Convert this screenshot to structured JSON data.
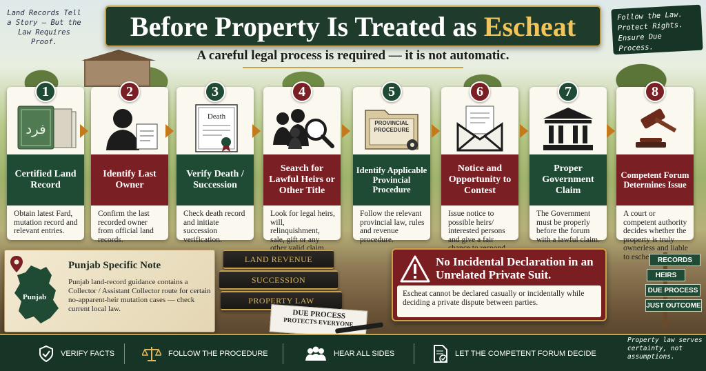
{
  "header": {
    "title_main": "Before Property Is Treated as ",
    "title_highlight": "Escheat",
    "subtitle": "A careful legal process is required — it is not automatic.",
    "note_left": "Land Records Tell a Story — But the Law Requires Proof.",
    "note_right": "Follow the Law. Protect Rights. Ensure Due Process."
  },
  "colors": {
    "dark_green": "#1f4a34",
    "maroon": "#7a1f24",
    "gold": "#c9a24a",
    "arrow": "#c47a1c"
  },
  "steps": [
    {
      "num": "1",
      "title": "Certified Land Record",
      "desc": "Obtain latest Fard, mutation record and relevant entries.",
      "icon": "land-record-document-icon",
      "icon_text": "فرد"
    },
    {
      "num": "2",
      "title": "Identify Last Owner",
      "desc": "Confirm the last recorded owner from official land records.",
      "icon": "owner-person-icon"
    },
    {
      "num": "3",
      "title": "Verify Death / Succession",
      "desc": "Check death record and initiate succession verification.",
      "icon": "death-certificate-icon",
      "icon_text": "Death"
    },
    {
      "num": "4",
      "title": "Search for Lawful Heirs or Other Title",
      "desc": "Look for legal heirs, will, relinquishment, sale, gift or any other valid claim.",
      "icon": "heirs-search-icon"
    },
    {
      "num": "5",
      "title": "Identify Applicable Provincial Procedure",
      "desc": "Follow the relevant provincial law, rules and revenue procedure.",
      "icon": "procedure-folder-icon",
      "icon_text": "PROVINCIAL PROCEDURE"
    },
    {
      "num": "6",
      "title": "Notice and Opportunity to Contest",
      "desc": "Issue notice to possible heirs/ interested persons and give a fair chance to respond.",
      "icon": "notice-envelope-icon"
    },
    {
      "num": "7",
      "title": "Proper Government Claim",
      "desc": "The Government must be properly before the forum with a lawful claim.",
      "icon": "government-building-icon"
    },
    {
      "num": "8",
      "title": "Competent Forum Determines Issue",
      "desc": "A court or competent authority decides whether the property is truly ownerless and liable to escheat.",
      "icon": "gavel-icon"
    }
  ],
  "punjab_note": {
    "title": "Punjab Specific Note",
    "map_label": "Punjab",
    "text": "Punjab land-record guidance contains a Collector / Assistant Collector route for certain no-apparent-heir mutation cases — check current local law."
  },
  "books": [
    "LAND REVENUE",
    "SUCCESSION",
    "PROPERTY LAW"
  ],
  "paper": {
    "line1": "DUE PROCESS",
    "line2": "PROTECTS EVERYONE"
  },
  "warning": {
    "title": "No Incidental Declaration in an Unrelated Private Suit.",
    "text": "Escheat cannot be declared casually or incidentally while deciding a private dispute between parties."
  },
  "signpost": [
    "RECORDS",
    "HEIRS",
    "DUE PROCESS",
    "JUST OUTCOME"
  ],
  "footer": {
    "items": [
      {
        "label": "VERIFY FACTS",
        "icon": "shield-check-icon"
      },
      {
        "label": "FOLLOW THE PROCEDURE",
        "icon": "scales-icon"
      },
      {
        "label": "HEAR ALL SIDES",
        "icon": "people-group-icon"
      },
      {
        "label": "LET THE COMPETENT FORUM DECIDE",
        "icon": "document-check-icon"
      }
    ],
    "tagline": "Property law serves certainty, not assumptions."
  }
}
